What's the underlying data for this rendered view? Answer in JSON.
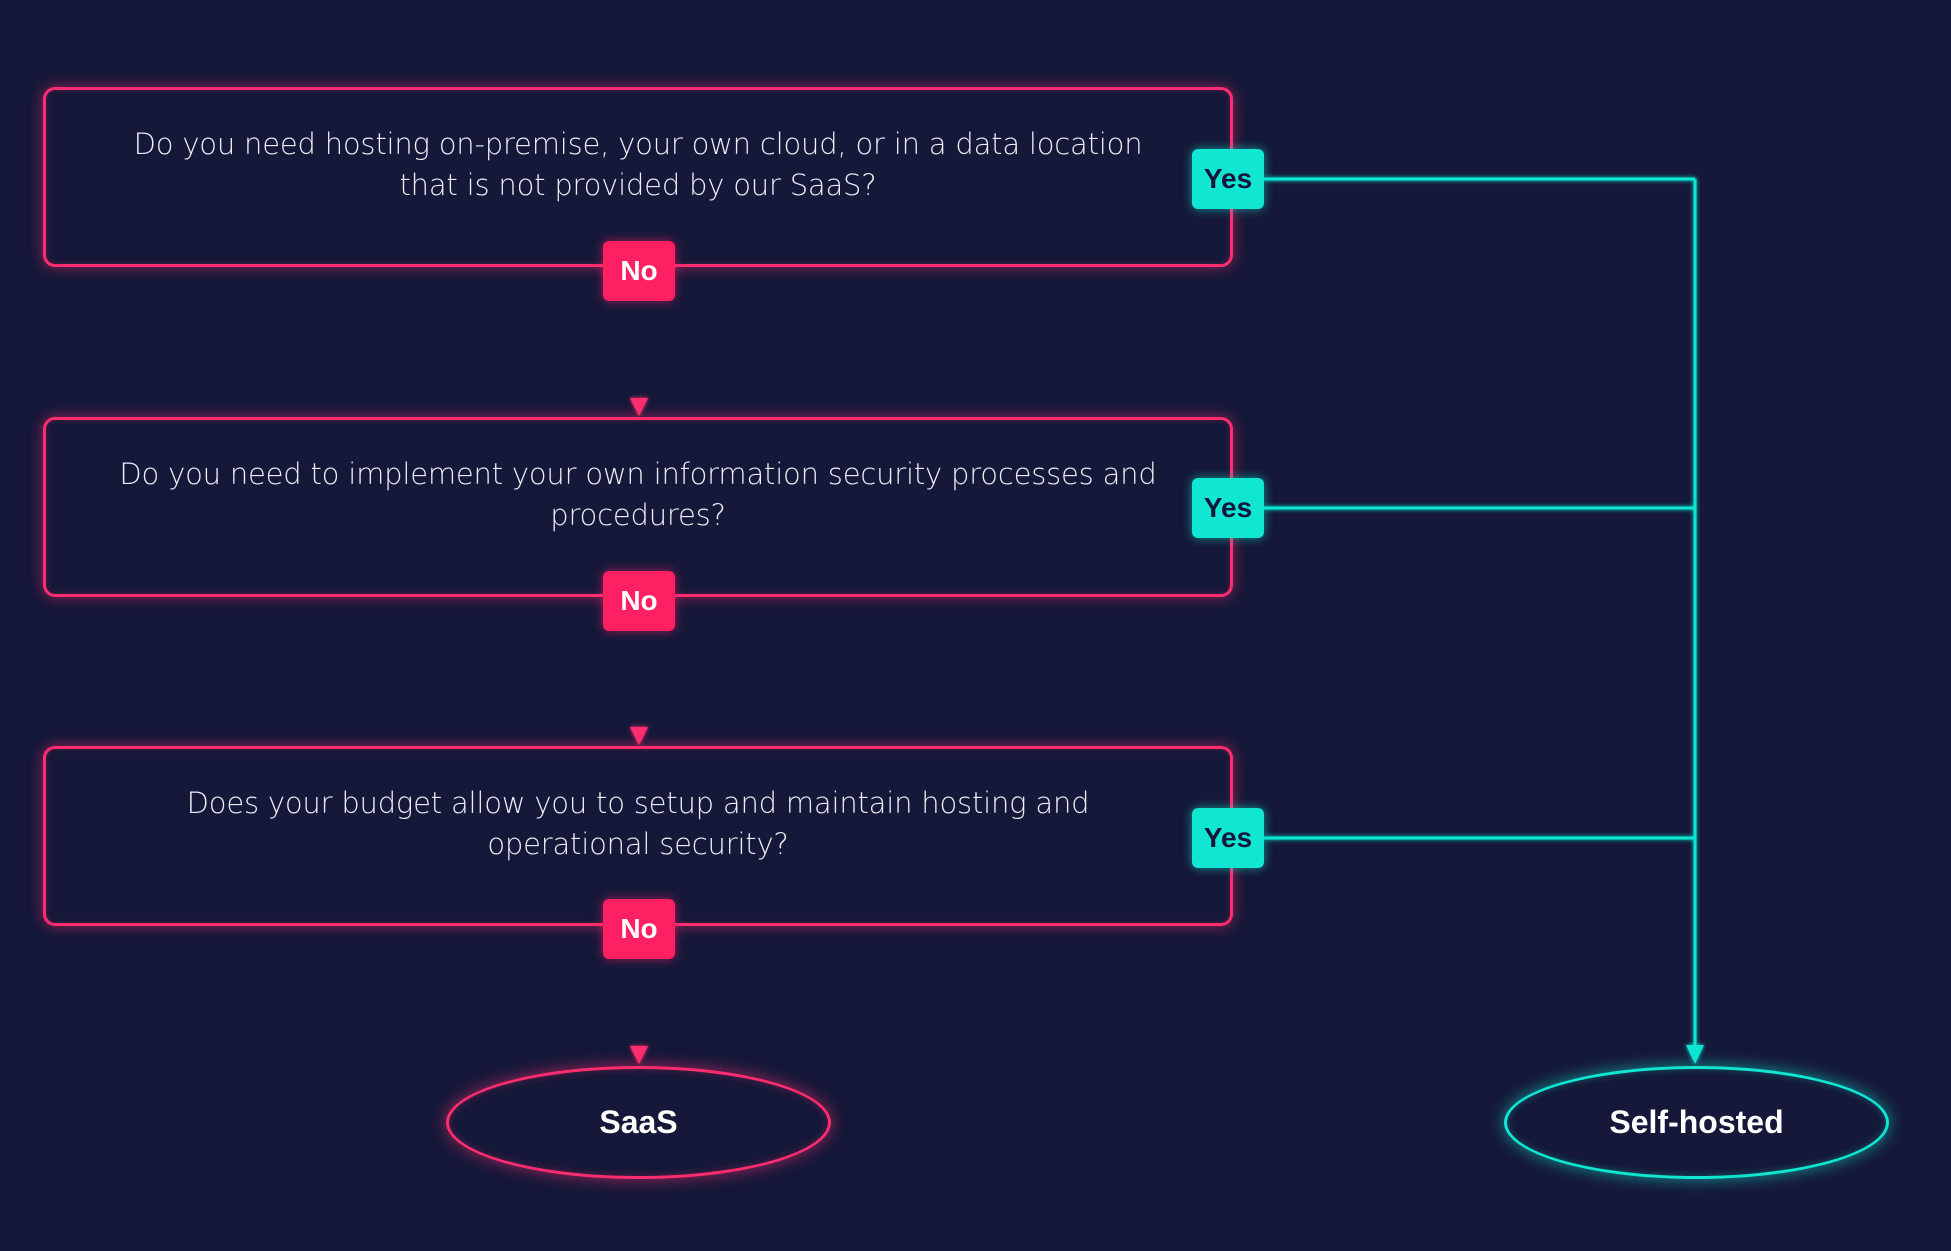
{
  "questions": [
    {
      "text": "Do you need hosting on-premise, your own cloud, or in a data location that is not provided by our SaaS?"
    },
    {
      "text": "Do you need to implement your own information security processes and procedures?"
    },
    {
      "text": "Does your budget allow you to setup and maintain hosting and operational security?"
    }
  ],
  "labels": {
    "no": "No",
    "yes": "Yes"
  },
  "outcomes": {
    "saas": "SaaS",
    "self_hosted": "Self-hosted"
  },
  "colors": {
    "background": "#151838",
    "no_path": "#ff2d6f",
    "yes_path": "#10e6d2",
    "text": "#eeeef6"
  }
}
